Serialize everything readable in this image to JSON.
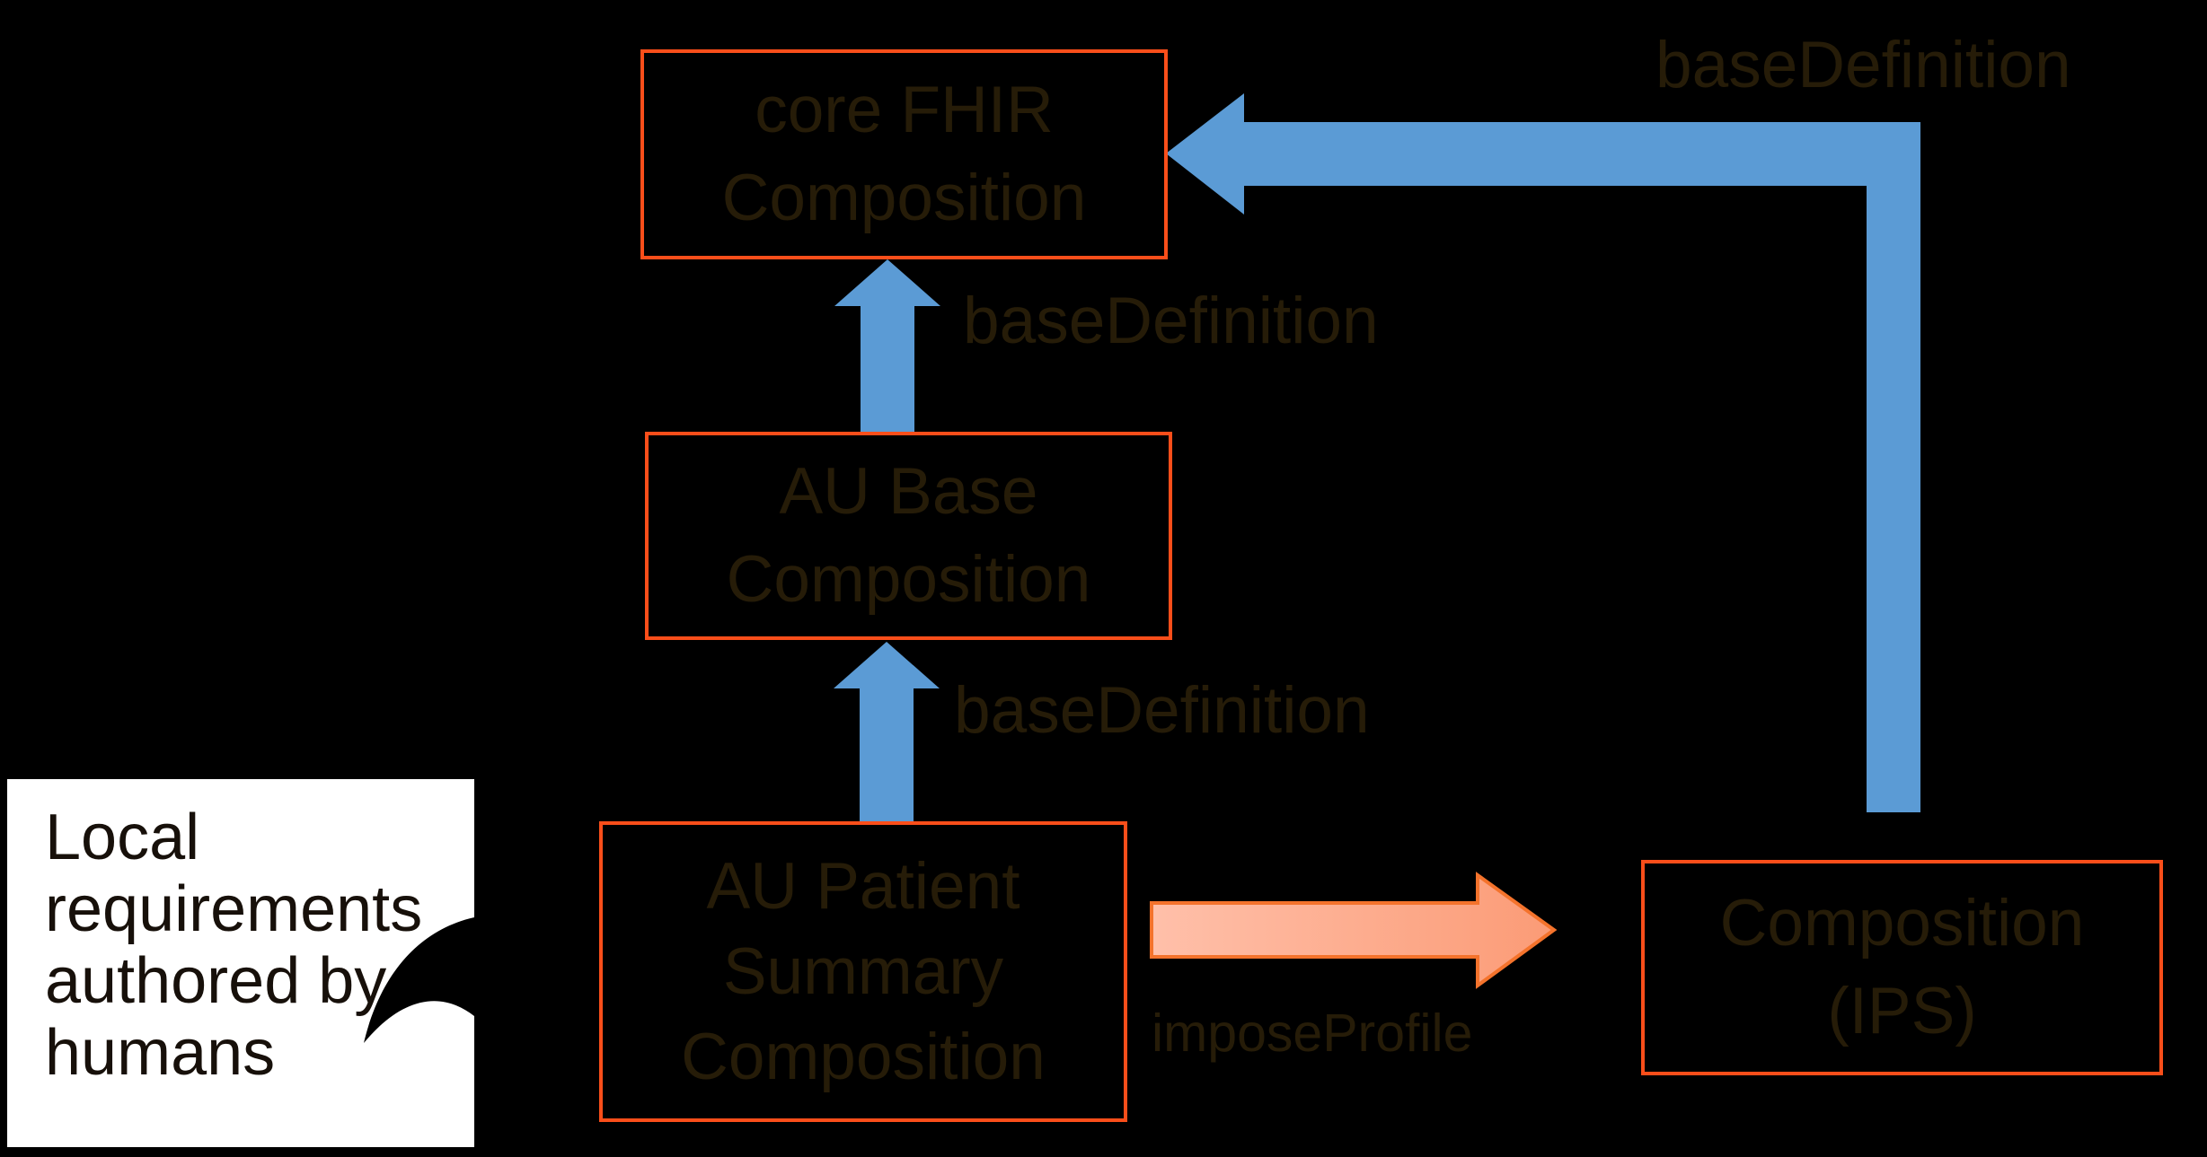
{
  "colors": {
    "background": "#000000",
    "box_border": "#FA4E1A",
    "box_text": "#261C08",
    "blue_arrow": "#5B9BD5",
    "salmon_fill_light": "#FFC0AA",
    "salmon_fill_dark": "#FB9B76",
    "salmon_stroke": "#F4732C",
    "callout_bg": "#FFFFFF",
    "callout_text": "#17100A"
  },
  "nodes": {
    "core_fhir": {
      "lines": [
        "core FHIR",
        "Composition"
      ]
    },
    "au_base": {
      "lines": [
        "AU Base",
        "Composition"
      ]
    },
    "au_patient_summary": {
      "lines": [
        "AU Patient",
        "Summary",
        "Composition"
      ]
    },
    "composition_ips": {
      "lines": [
        "Composition",
        "(IPS)"
      ]
    }
  },
  "edges": {
    "base_definition_top": {
      "label": "baseDefinition"
    },
    "base_definition_middle": {
      "label": "baseDefinition"
    },
    "base_definition_lower": {
      "label": "baseDefinition"
    },
    "impose_profile": {
      "label": "imposeProfile"
    }
  },
  "callout": {
    "lines": [
      "Local",
      "requirements",
      "authored by",
      "humans"
    ]
  }
}
